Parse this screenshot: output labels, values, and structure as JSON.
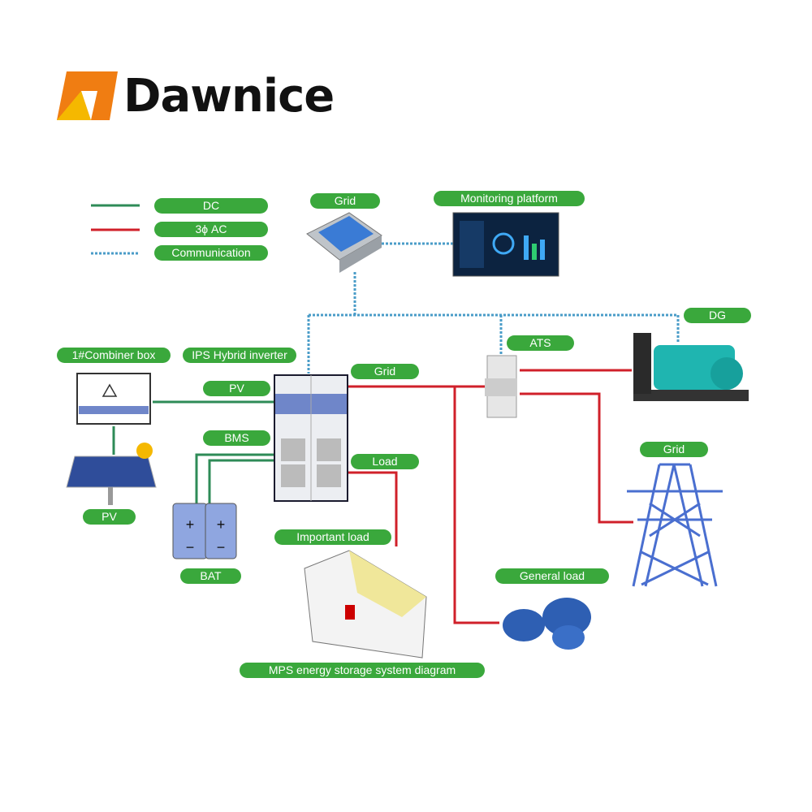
{
  "brand": {
    "name": "Dawnice",
    "logo_colors": [
      "#f07d12",
      "#f5b800"
    ]
  },
  "legend": [
    {
      "label": "DC",
      "line": "solid",
      "color": "#2e8b57"
    },
    {
      "label": "3ϕ AC",
      "line": "solid",
      "color": "#d0202a"
    },
    {
      "label": "Communication",
      "line": "dotted",
      "color": "#4a9cc8"
    }
  ],
  "labels": {
    "grid_gateway": "Grid",
    "monitoring": "Monitoring platform",
    "dg": "DG",
    "combiner": "1#Combiner box",
    "inverter": "IPS Hybrid inverter",
    "grid_out": "Grid",
    "ats": "ATS",
    "pv_link": "PV",
    "bms": "BMS",
    "load": "Load",
    "grid_tower": "Grid",
    "pv_panel": "PV",
    "important_load": "Important load",
    "bat": "BAT",
    "general_load": "General load",
    "caption": "MPS energy storage system diagram"
  },
  "colors": {
    "pill": "#3aa83c",
    "dc": "#2e8b57",
    "ac": "#d0202a",
    "comm": "#4a9cc8"
  }
}
